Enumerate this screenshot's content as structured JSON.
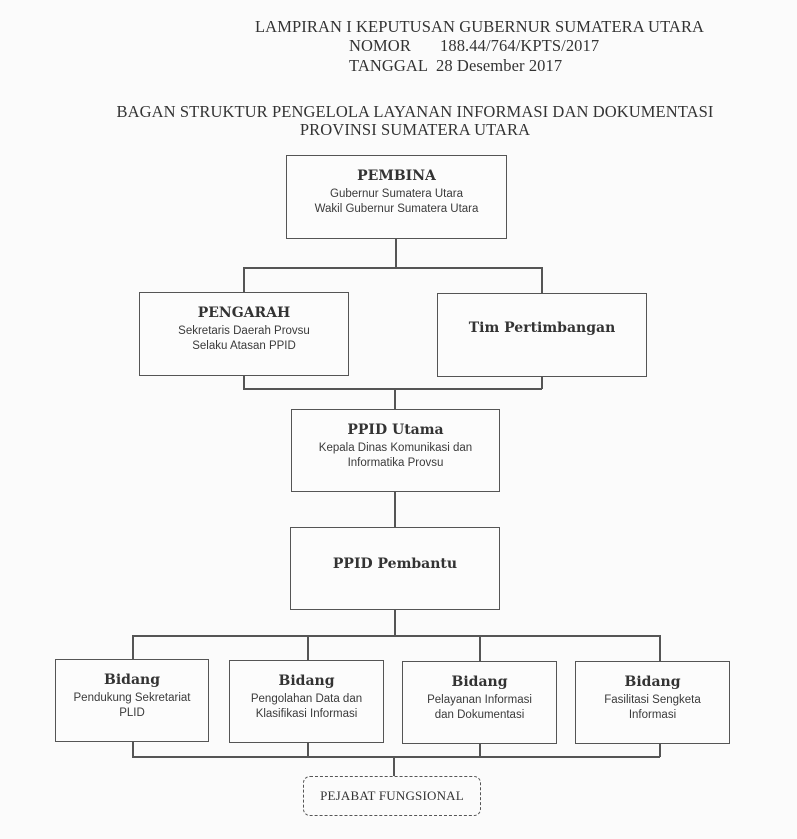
{
  "header": {
    "line1": "LAMPIRAN I KEPUTUSAN GUBERNUR SUMATERA UTARA",
    "nomor_label": "NOMOR",
    "nomor_value": "188.44/764/KPTS/2017",
    "tanggal_label": "TANGGAL",
    "tanggal_value": "28 Desember 2017"
  },
  "title": {
    "line1": "BAGAN STRUKTUR PENGELOLA LAYANAN INFORMASI DAN DOKUMENTASI",
    "line2": "PROVINSI SUMATERA UTARA"
  },
  "org": {
    "pembina": {
      "title": "PEMBINA",
      "lines": [
        "Gubernur Sumatera Utara",
        "Wakil Gubernur Sumatera Utara"
      ]
    },
    "pengarah": {
      "title": "PENGARAH",
      "lines": [
        "Sekretaris Daerah Provsu",
        "Selaku Atasan PPID"
      ]
    },
    "tim_pertimbangan": {
      "title": "Tim Pertimbangan"
    },
    "ppid_utama": {
      "title": "PPID Utama",
      "lines": [
        "Kepala Dinas Komunikasi dan",
        "Informatika Provsu"
      ]
    },
    "ppid_pembantu": {
      "title": "PPID Pembantu"
    },
    "bidang": [
      {
        "title": "Bidang",
        "lines": [
          "Pendukung Sekretariat",
          "PLID"
        ]
      },
      {
        "title": "Bidang",
        "lines": [
          "Pengolahan Data dan",
          "Klasifikasi Informasi"
        ]
      },
      {
        "title": "Bidang",
        "lines": [
          "Pelayanan Informasi",
          "dan Dokumentasi"
        ]
      },
      {
        "title": "Bidang",
        "lines": [
          "Fasilitasi Sengketa",
          "Informasi"
        ]
      }
    ],
    "pejabat_fungsional": {
      "title": "PEJABAT FUNGSIONAL"
    }
  }
}
